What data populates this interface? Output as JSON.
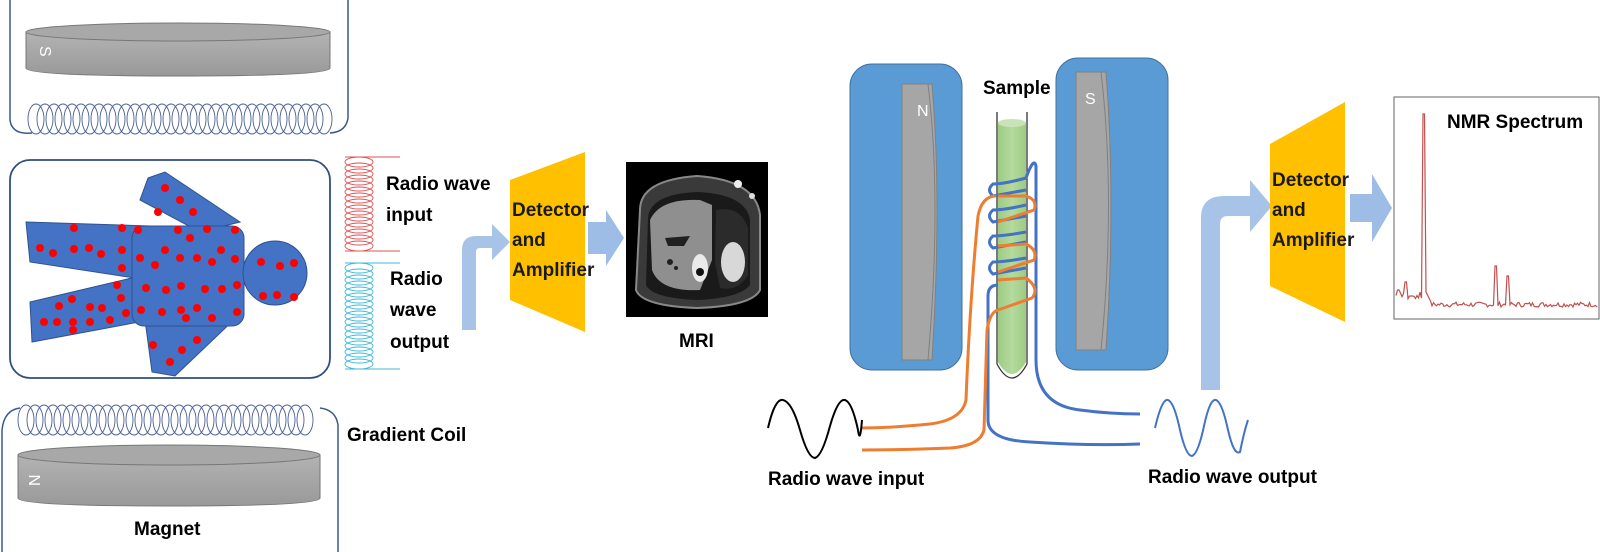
{
  "mri_section": {
    "top_magnet_pole": "S",
    "bottom_magnet_pole": "N",
    "magnet_label": "Magnet",
    "gradient_coil_label": "Gradient Coil",
    "rf_input_label_line1": "Radio wave",
    "rf_input_label_line2": "input",
    "rf_output_label_line1": "Radio",
    "rf_output_label_line2": "wave",
    "rf_output_label_line3": "output",
    "detector_line1": "Detector",
    "detector_line2": "and",
    "detector_line3": "Amplifier",
    "output_label": "MRI"
  },
  "nmr_section": {
    "left_magnet_pole": "N",
    "right_magnet_pole": "S",
    "sample_label": "Sample",
    "rf_input_label": "Radio wave input",
    "rf_output_label": "Radio wave output",
    "detector_line1": "Detector",
    "detector_line2": "and",
    "detector_line3": "Amplifier",
    "spectrum_title": "NMR Spectrum"
  },
  "colors": {
    "body_blue": "#4472c4",
    "spin_red": "#ff0000",
    "magnet_gray": "#a6a6a6",
    "coil_navy": "#2f4f8f",
    "rf_in_red": "#e05050",
    "rf_out_cyan": "#3cb8d8",
    "detector_yellow": "#ffc000",
    "arrow_lightblue": "#9dbde6",
    "nmr_housing_blue": "#5b9bd5",
    "sample_green": "#a9d18e",
    "coil_orange": "#ed7d31",
    "coil_blue": "#4472c4",
    "spectrum_red": "#c0504d"
  }
}
